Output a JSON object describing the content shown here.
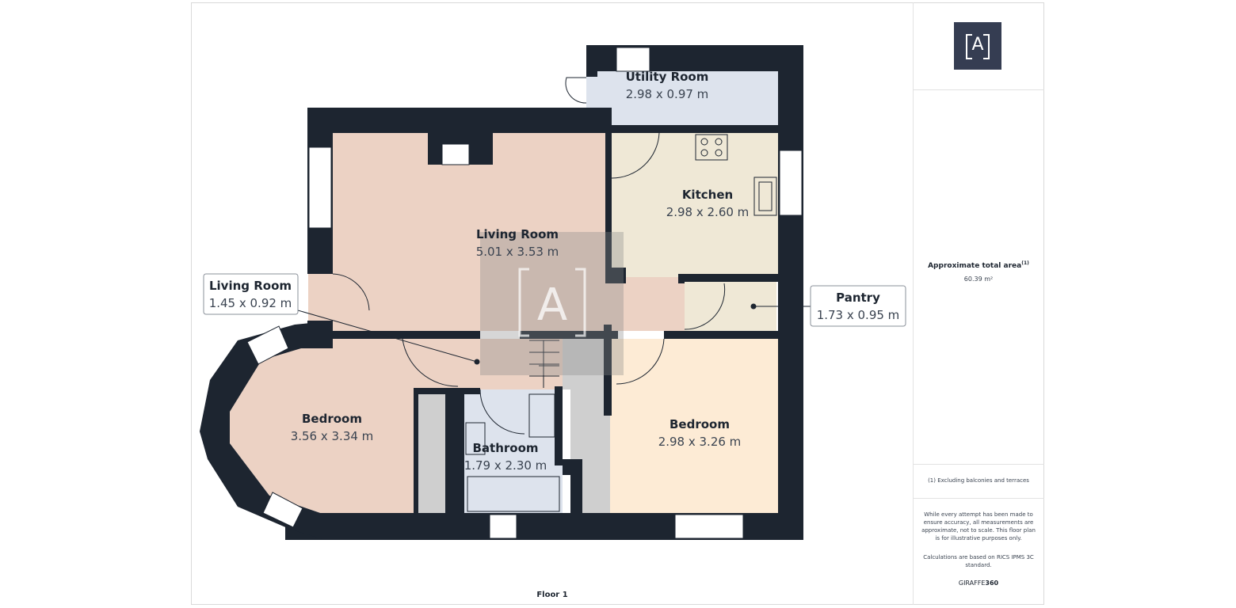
{
  "floor_label": "Floor 1",
  "rooms": [
    {
      "name": "Utility Room",
      "dimensions": "2.98 x 0.97 m"
    },
    {
      "name": "Kitchen",
      "dimensions": "2.98 x 2.60 m"
    },
    {
      "name": "Living Room",
      "dimensions": "5.01 x 3.53 m"
    },
    {
      "name": "Bedroom",
      "dimensions": "3.56 x 3.34 m"
    },
    {
      "name": "Bathroom",
      "dimensions": "1.79 x 2.30 m"
    },
    {
      "name": "Bedroom",
      "dimensions": "2.98 x 3.26 m"
    }
  ],
  "callouts": [
    {
      "name": "Living Room",
      "dimensions": "1.45 x 0.92 m"
    },
    {
      "name": "Pantry",
      "dimensions": "1.73 x 0.95 m"
    }
  ],
  "sidebar": {
    "logo_letter": "A",
    "area_title": "Approximate total area",
    "area_note_marker": "(1)",
    "area_value": "60.39 m²",
    "footnote": "(1) Excluding balconies and terraces",
    "disclaimer": "While every attempt has been made to ensure accuracy, all measurements are approximate, not to scale. This floor plan is for illustrative purposes only.",
    "calc_note": "Calculations are based on RICS IPMS 3C standard.",
    "brand_light": "GIRAFFE",
    "brand_bold": "360"
  },
  "watermark_letter": "A",
  "colors": {
    "wall": "#1d2530",
    "living": "#ecd2c4",
    "kitchen": "#efe8d6",
    "utility": "#dde3ed",
    "bedroom_right": "#fdebd5",
    "bedroom_left": "#ecd2c4",
    "bathroom": "#dde3ed",
    "hall": "#cfcfcf",
    "logo_bg": "#353d52"
  }
}
